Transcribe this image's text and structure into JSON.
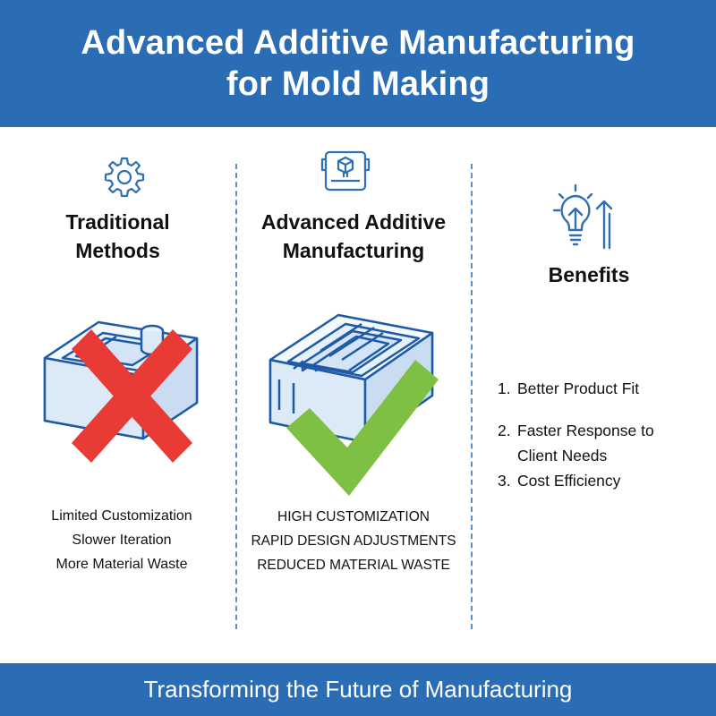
{
  "colors": {
    "banner": "#2a6db5",
    "accent": "#2f6fb3",
    "cross": "#e83b35",
    "check": "#7dc043",
    "mold_fill": "#dce9f7",
    "mold_stroke": "#1f5aa6"
  },
  "header": {
    "title_line1": "Advanced Additive Manufacturing",
    "title_line2": "for Mold Making"
  },
  "columns": [
    {
      "icon": "gear-icon",
      "heading_line1": "Traditional",
      "heading_line2": "Methods",
      "illustration": "mold-block-with-red-cross",
      "items": [
        "Limited Customization",
        "Slower Iteration",
        "More Material Waste"
      ]
    },
    {
      "icon": "3d-printer-icon",
      "heading_line1": "Advanced Additive",
      "heading_line2": "Manufacturing",
      "illustration": "mold-block-with-green-check",
      "items": [
        "HIGH CUSTOMIZATION",
        "RAPID DESIGN ADJUSTMENTS",
        "REDUCED MATERIAL WASTE"
      ]
    },
    {
      "icon": "lightbulb-arrows-icon",
      "heading": "Benefits",
      "items": [
        {
          "num": "1.",
          "text": "Better Product Fit"
        },
        {
          "num": "2.",
          "text": "Faster Response to Client Needs"
        },
        {
          "num": "3.",
          "text": "Cost Efficiency"
        }
      ]
    }
  ],
  "footer": {
    "text": "Transforming the Future of Manufacturing"
  }
}
